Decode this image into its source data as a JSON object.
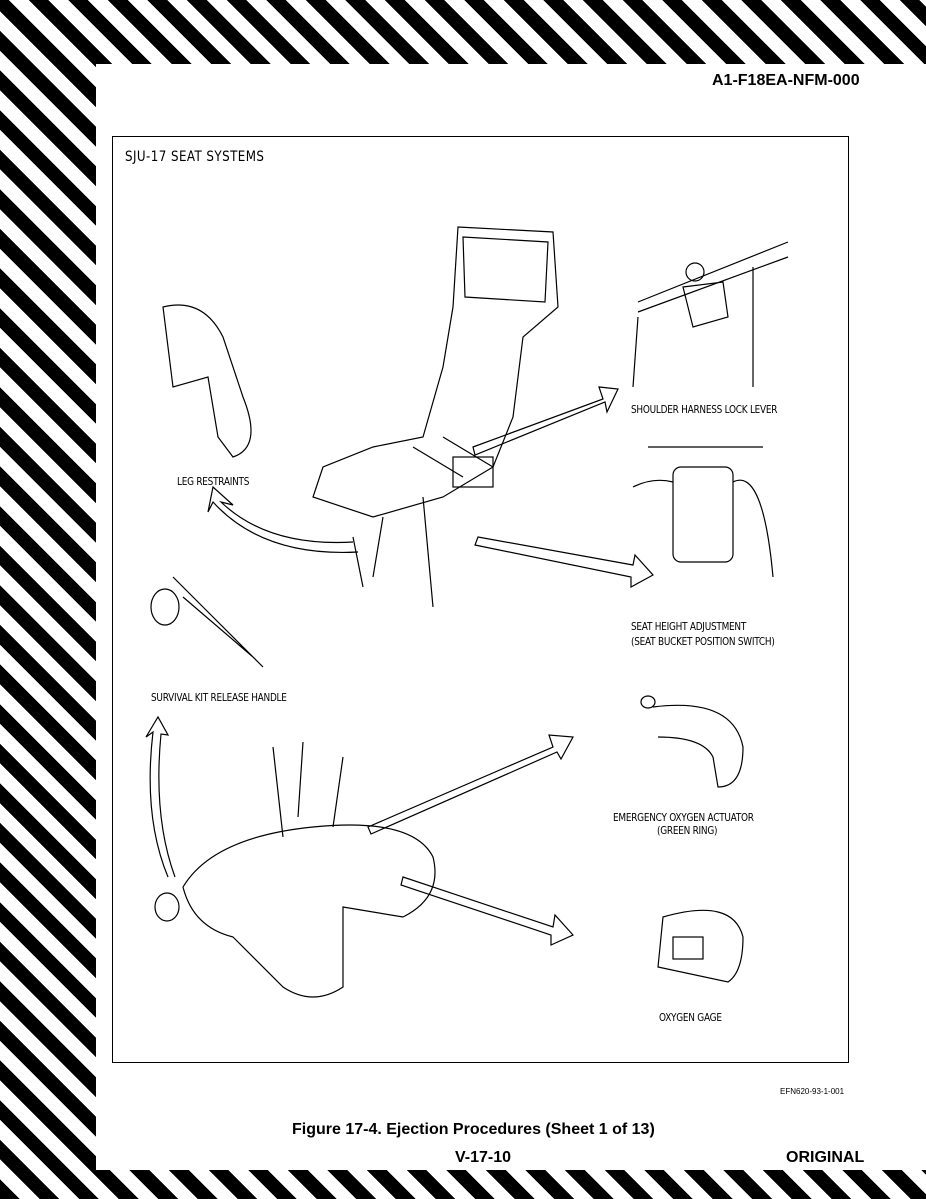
{
  "header": {
    "doc_number": "A1-F18EA-NFM-000"
  },
  "figure": {
    "title": "SJU-17 SEAT SYSTEMS",
    "labels": {
      "leg_restraints": "LEG RESTRAINTS",
      "shoulder_harness": "SHOULDER HARNESS LOCK LEVER",
      "seat_height_1": "SEAT HEIGHT ADJUSTMENT",
      "seat_height_2": "(SEAT BUCKET POSITION SWITCH)",
      "survival_kit": "SURVIVAL KIT RELEASE HANDLE",
      "emergency_oxygen_1": "EMERGENCY OXYGEN ACTUATOR",
      "emergency_oxygen_2": "(GREEN RING)",
      "oxygen_gage": "OXYGEN GAGE"
    },
    "figure_code": "EFN620-93-1-001",
    "caption": "Figure 17-4. Ejection Procedures (Sheet 1 of 13)"
  },
  "footer": {
    "page_number": "V-17-10",
    "status": "ORIGINAL"
  }
}
